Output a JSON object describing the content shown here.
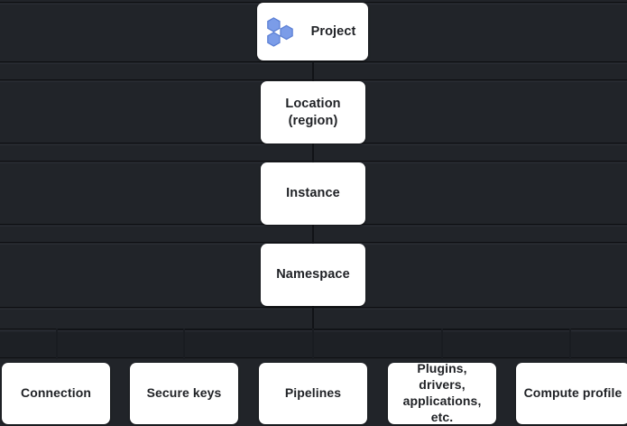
{
  "diagram": {
    "type": "hierarchy-tree",
    "title": "",
    "background_color": "#212429",
    "node_color": "#ffffff",
    "node_text_color": "#1f2125",
    "icon_color": "#7b9ce8",
    "hierarchy": [
      {
        "id": "project",
        "label": "Project",
        "icon": "hexagon-cluster-icon",
        "level": 0
      },
      {
        "id": "location",
        "label": "Location\n(region)",
        "icon": null,
        "level": 1
      },
      {
        "id": "instance",
        "label": "Instance",
        "icon": null,
        "level": 2
      },
      {
        "id": "namespace",
        "label": "Namespace",
        "icon": null,
        "level": 3
      }
    ],
    "children": [
      {
        "id": "connection",
        "label": "Connection"
      },
      {
        "id": "secure-keys",
        "label": "Secure keys"
      },
      {
        "id": "pipelines",
        "label": "Pipelines"
      },
      {
        "id": "plugins",
        "label": "Plugins, drivers,\napplications, etc."
      },
      {
        "id": "compute-profile",
        "label": "Compute profile"
      }
    ]
  }
}
